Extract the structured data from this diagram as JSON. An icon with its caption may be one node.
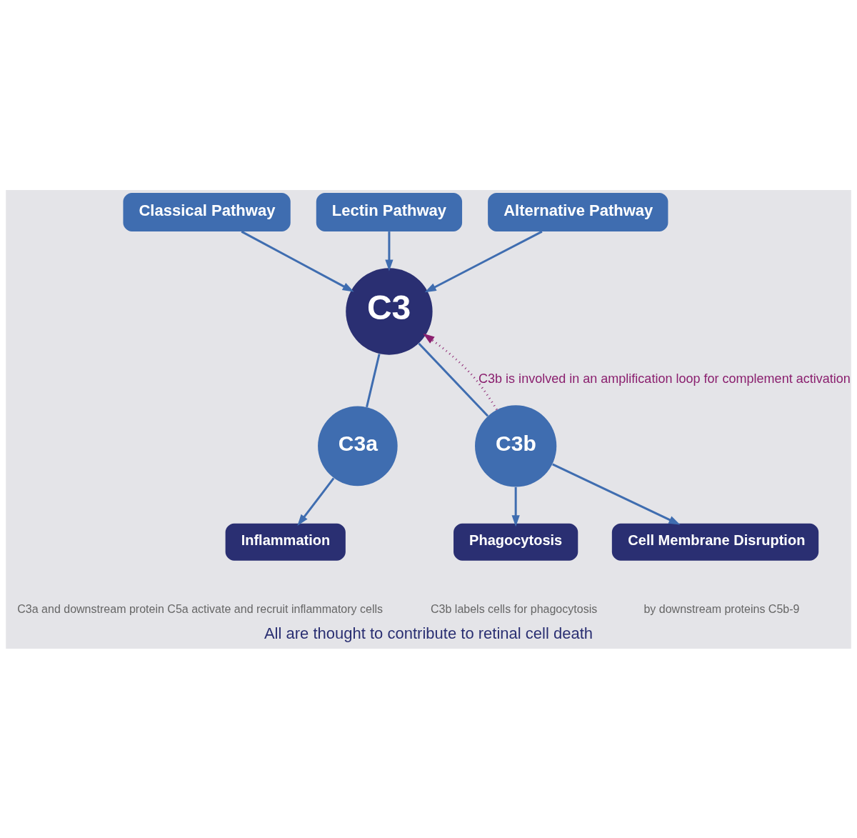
{
  "diagram": {
    "caption": "All are thought to contribute to retinal cell death",
    "nodes": [
      {
        "text": [
          "Classical Pathway"
        ]
      },
      {
        "text": [
          "Lectin Pathway"
        ]
      },
      {
        "text": [
          "Alternative Pathway"
        ]
      },
      {
        "text": [
          "C3"
        ]
      },
      {
        "text": [
          "C3a"
        ]
      },
      {
        "text": [
          "C3b"
        ]
      },
      {
        "text": [
          "Inflammation"
        ],
        "beside": [
          "C3a and downstream protein C5a activate and recruit inflammatory cells"
        ]
      },
      {
        "text": [
          "Phagocytosis"
        ],
        "beside": [
          "C3b labels cells for phagocytosis"
        ]
      },
      {
        "text": [
          "Cell Membrane Disruption"
        ],
        "beside": [
          "by downstream proteins C5b-9"
        ]
      }
    ],
    "edges": [
      {
        "from": 0,
        "to": 3,
        "arrow": "to"
      },
      {
        "from": 1,
        "to": 3,
        "arrow": "to"
      },
      {
        "from": 2,
        "to": 3,
        "arrow": "to"
      },
      {
        "from": 3,
        "to": 4,
        "arrow": "none"
      },
      {
        "from": 3,
        "to": 5,
        "arrow": "none"
      },
      {
        "from": 4,
        "to": 6,
        "arrow": "to"
      },
      {
        "from": 5,
        "to": 7,
        "arrow": "to"
      },
      {
        "from": 5,
        "to": 8,
        "arrow": "to"
      },
      {
        "from": 5,
        "to": 3,
        "arrow": "to",
        "style": "dashed",
        "color": "#8a1f6e",
        "label": "C3b is involved in an amplification loop for complement activation"
      }
    ]
  }
}
